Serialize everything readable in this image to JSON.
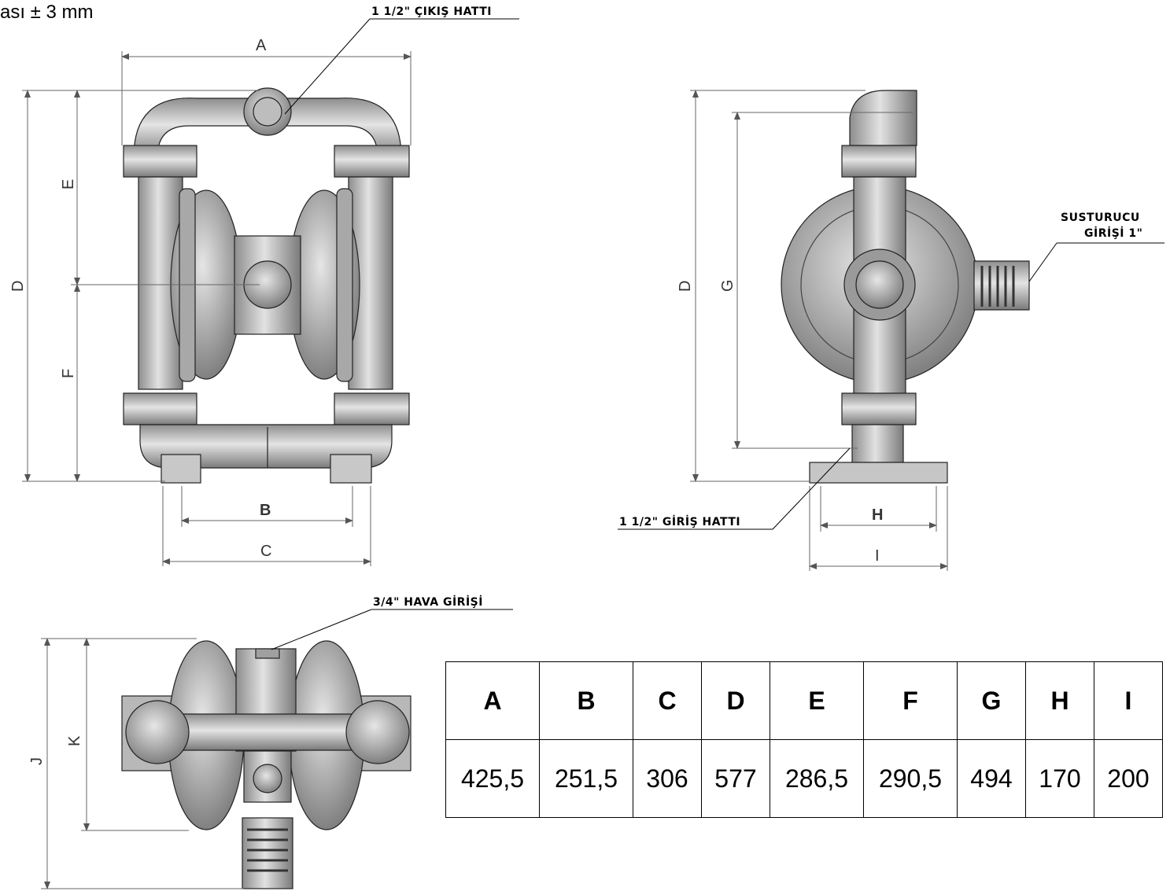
{
  "tolerance_note": "ası ± 3 mm",
  "callouts": {
    "outlet": "1 1/2\" ÇIKIŞ HATTI",
    "inlet": "1 1/2\" GİRİŞ HATTI",
    "muffler_line1": "SUSTURUCU",
    "muffler_line2": "GİRİŞİ 1\"",
    "air_inlet": "3/4\" HAVA GİRİŞİ"
  },
  "dim_letters": {
    "A": "A",
    "B": "B",
    "C": "C",
    "D": "D",
    "E": "E",
    "F": "F",
    "G": "G",
    "H": "H",
    "I": "I",
    "J": "J",
    "K": "K"
  },
  "dimension_table": {
    "headers": [
      "A",
      "B",
      "C",
      "D",
      "E",
      "F",
      "G",
      "H",
      "I"
    ],
    "values": [
      "425,5",
      "251,5",
      "306",
      "577",
      "286,5",
      "290,5",
      "494",
      "170",
      "200"
    ]
  }
}
